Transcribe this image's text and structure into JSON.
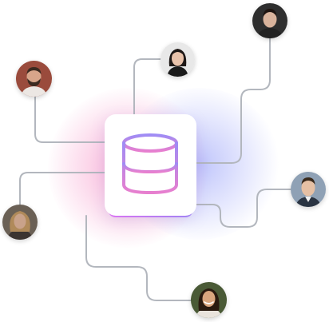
{
  "hub": {
    "icon": "database-icon"
  },
  "colors": {
    "connector": "#b3b7be",
    "gradient_start": "#a78bfa",
    "gradient_end": "#f472b6",
    "glow_pink": "#f472b6",
    "glow_blue": "#818cf8"
  },
  "avatars": [
    {
      "name": "avatar-bearded-man",
      "icon": "person-photo",
      "bg": "#9a4b3c",
      "skin": "#d7a58a",
      "hair": "#3b2a20",
      "shirt": "#ece7e3"
    },
    {
      "name": "avatar-woman-top",
      "icon": "person-photo",
      "bg": "#e8e8e8",
      "skin": "#e9c3ab",
      "hair": "#1e1816",
      "shirt": "#1a1a1a"
    },
    {
      "name": "avatar-man-top-right",
      "icon": "person-photo",
      "bg": "#2e2e2e",
      "skin": "#d9b39c",
      "hair": "#1e1410",
      "shirt": "#222222"
    },
    {
      "name": "avatar-man-right",
      "icon": "person-photo",
      "bg": "#8fa1b5",
      "skin": "#e6c0a4",
      "hair": "#3a2a1c",
      "shirt": "#2a3442"
    },
    {
      "name": "avatar-woman-left",
      "icon": "person-photo",
      "bg": "#6a6055",
      "skin": "#c9a28a",
      "hair": "#b08a5a",
      "shirt": "#3b3430"
    },
    {
      "name": "avatar-woman-bottom",
      "icon": "person-photo",
      "bg": "#4a5a36",
      "skin": "#d9a57e",
      "hair": "#2a1a10",
      "shirt": "#e9e3dc"
    }
  ]
}
